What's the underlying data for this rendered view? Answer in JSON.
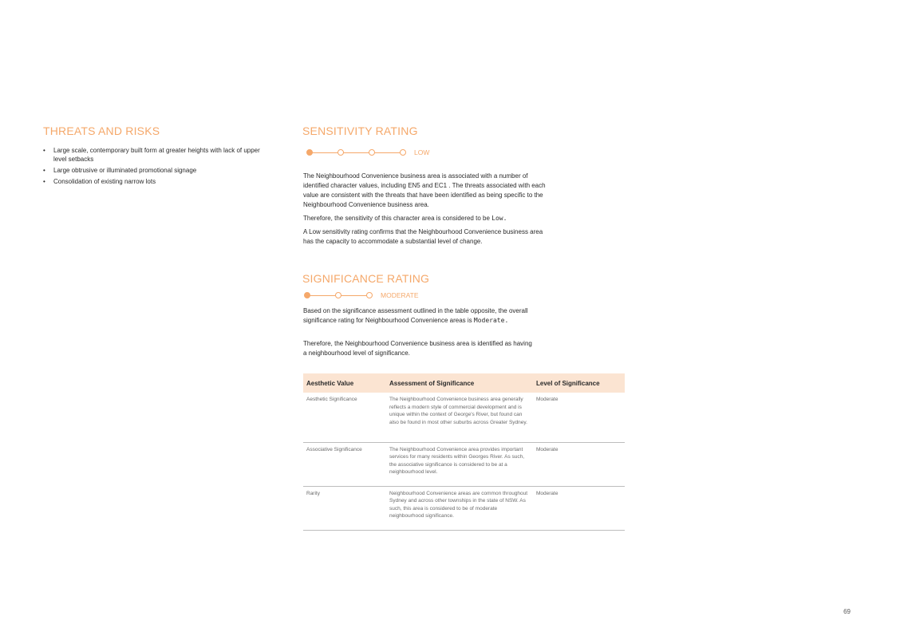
{
  "threats": {
    "heading": "THREATS AND RISKS",
    "items": [
      "Large scale, contemporary built form at greater heights with lack of upper level setbacks",
      "Large obtrusive or illuminated promotional signage",
      "Consolidation of existing narrow lots"
    ]
  },
  "sensitivity": {
    "heading": "SENSITIVITY RATING",
    "rating_label": "LOW",
    "scale": {
      "filled": 1,
      "total": 4
    },
    "para1": "The Neighbourhood Convenience business area is associated with a number of identified character values, including EN5 and EC1 . The threats associated with each value are consistent with the threats that have been identified as being specific to the Neighbourhood Convenience business area.",
    "para2_prefix": "Therefore, the sensitivity of this character area is considered to be ",
    "para2_value": "Low.",
    "para3": "A Low sensitivity rating confirms that the Neighbourhood Convenience business area has the capacity to accommodate a substantial level of change."
  },
  "significance": {
    "heading": "SIGNIFICANCE RATING",
    "rating_label": "MODERATE",
    "scale": {
      "filled": 1,
      "total": 3
    },
    "para1_prefix": "Based on the significance assessment outlined in the table opposite, the overall significance rating for Neighbourhood Convenience areas is ",
    "para1_value": "Moderate.",
    "para2": "Therefore, the Neighbourhood Convenience business area is identified as having a neighbourhood level of significance."
  },
  "table": {
    "headers": [
      "Aesthetic Value",
      "Assessment of Significance",
      "Level of Significance"
    ],
    "rows": [
      [
        "Aesthetic Significance",
        "The Neighbourhood Convenience business area generally reflects a modern style of commercial development and is unique within the context of George's River, but found can also be found in most other suburbs across Greater Sydney.",
        "Moderate"
      ],
      [
        "Associative Significance",
        "The Neighbourhood Convenience area provides important services for many residents within Georges River. As such, the associative significance is considered to be at a neighbourhood level.",
        "Moderate"
      ],
      [
        "Rarity",
        "Neighbourhood Convenience areas are common throughout Sydney and across other townships in the state of NSW. As such, this area is considered to be of moderate neighbourhood significance.",
        "Moderate"
      ]
    ]
  },
  "page_number": "69",
  "colors": {
    "accent": "#f5a86a",
    "table_header_bg": "#fbe4d2"
  }
}
